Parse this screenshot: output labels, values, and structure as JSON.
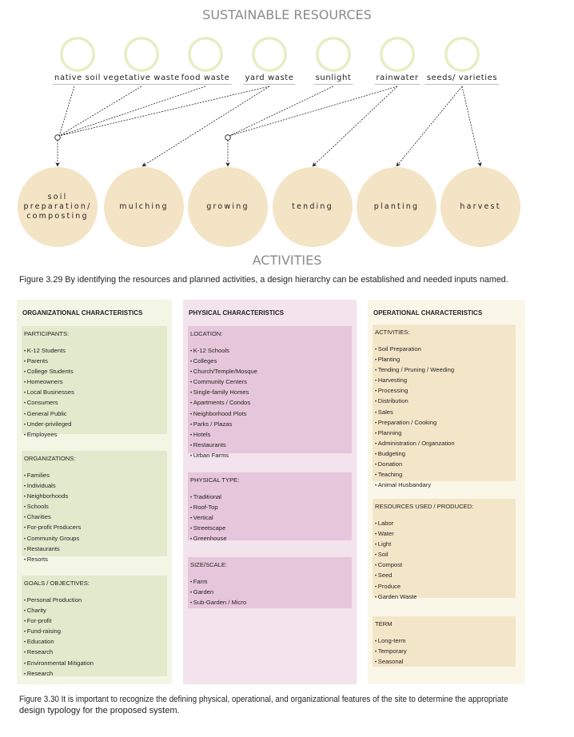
{
  "diagram": {
    "top_title": "SUSTAINABLE RESOURCES",
    "bottom_title": "ACTIVITIES",
    "resources": [
      {
        "id": "native-soil",
        "label": "native soil"
      },
      {
        "id": "vegetative-waste",
        "label": "vegetative waste"
      },
      {
        "id": "food-waste",
        "label": "food waste"
      },
      {
        "id": "yard-waste",
        "label": "yard waste"
      },
      {
        "id": "sunlight",
        "label": "sunlight"
      },
      {
        "id": "rainwater",
        "label": "rainwater"
      },
      {
        "id": "seeds-varieties",
        "label": "seeds/ varieties"
      }
    ],
    "activities": [
      {
        "id": "soil-preparation-composting",
        "label": "soil\npreparation/\ncomposting"
      },
      {
        "id": "mulching",
        "label": "mulching"
      },
      {
        "id": "growing",
        "label": "growing"
      },
      {
        "id": "tending",
        "label": "tending"
      },
      {
        "id": "planting",
        "label": "planting"
      },
      {
        "id": "harvest",
        "label": "harvest"
      }
    ],
    "connections": [
      {
        "from": [
          "native-soil",
          "vegetative-waste",
          "food-waste",
          "yard-waste"
        ],
        "to": "soil-preparation-composting",
        "via_junction": true
      },
      {
        "from": [
          "yard-waste"
        ],
        "to": "mulching",
        "via_junction": false
      },
      {
        "from": [
          "sunlight",
          "rainwater"
        ],
        "to": "growing",
        "via_junction": true
      },
      {
        "from": [
          "rainwater"
        ],
        "to": "tending",
        "via_junction": false
      },
      {
        "from": [
          "seeds-varieties"
        ],
        "to": "planting",
        "via_junction": false
      },
      {
        "from": [
          "seeds-varieties"
        ],
        "to": "harvest",
        "via_junction": false
      }
    ],
    "colors": {
      "resource_ring": "#d9e3a0",
      "activity_fill": "#f3e4c5",
      "title_gray": "#8a8a8a",
      "connector": "#231f20"
    }
  },
  "captions": {
    "fig_3_29": "Figure 3.29   By identifying the resources and planned activities, a design hierarchy can be established and needed inputs named.",
    "fig_3_30_line1": "Figure 3.30   It is important to recognize the defining physical, operational, and organizational features of the site to determine the appropriate",
    "fig_3_30_line2": "design typology for the proposed system."
  },
  "characteristics": {
    "organizational": {
      "title": "ORGANIZATIONAL CHARACTERISTICS",
      "color": "#f3f5e5",
      "groups": [
        {
          "title": "PARTICIPANTS:",
          "items": [
            "K-12 Students",
            "Parents",
            "College Students",
            "Homeowners",
            "Local Businesses",
            "Consumers",
            "General Public",
            "Under-privileged",
            "Employees"
          ]
        },
        {
          "title": "ORGANIZATIONS:",
          "items": [
            "Families",
            "Individuals",
            "Neighborhoods",
            "Schools",
            "Charities",
            "For-profit Producers",
            "Community Groups",
            "Restaurants",
            "Resorts"
          ]
        },
        {
          "title": "GOALS / OBJECTIVES:",
          "items": [
            "Personal Production",
            "Charity",
            "For-profit",
            "Fund-raising",
            "Education",
            "Research",
            "Environmental Mitigation",
            "Research"
          ]
        }
      ]
    },
    "physical": {
      "title": "PHYSICAL CHARACTERISTICS",
      "color": "#f2e3ec",
      "groups": [
        {
          "title": "LOCATION:",
          "items": [
            "K-12 Schools",
            "Colleges",
            "Church/Temple/Mosque",
            "Community Centers",
            "Single-family Homes",
            "Apartments / Condos",
            "Neighborhood Plots",
            "Parks / Plazas",
            "Hotels",
            "Restaurants",
            "Urban Farms"
          ]
        },
        {
          "title": "PHYSICAL TYPE:",
          "items": [
            "Traditional",
            "Roof-Top",
            "Vertical",
            "Streetscape",
            "Greenhouse"
          ]
        },
        {
          "title": "SIZE/SCALE:",
          "items": [
            "Farm",
            "Garden",
            "Sub-Garden / Micro"
          ]
        }
      ]
    },
    "operational": {
      "title": "OPERATIONAL CHARACTERISTICS",
      "color": "#fbf7e8",
      "groups": [
        {
          "title": "ACTIVITIES:",
          "items": [
            "Soil Preparation",
            "Planting",
            "Tending / Pruning / Weeding",
            "Harvesting",
            "Processing",
            "Distribution",
            "Sales",
            "Preparation / Cooking",
            "Planning",
            "Administration / Organzation",
            "Budgeting",
            "Donation",
            "Teaching",
            "Animal Husbandary"
          ]
        },
        {
          "title": "RESOURCES USED / PRODUCED:",
          "items": [
            "Labor",
            "Water",
            "Light",
            "Soil",
            "Compost",
            "Seed",
            "Produce",
            "Garden Waste"
          ]
        },
        {
          "title": "TERM",
          "items": [
            "Long-term",
            "Temporary",
            "Seasonal"
          ]
        }
      ]
    }
  }
}
